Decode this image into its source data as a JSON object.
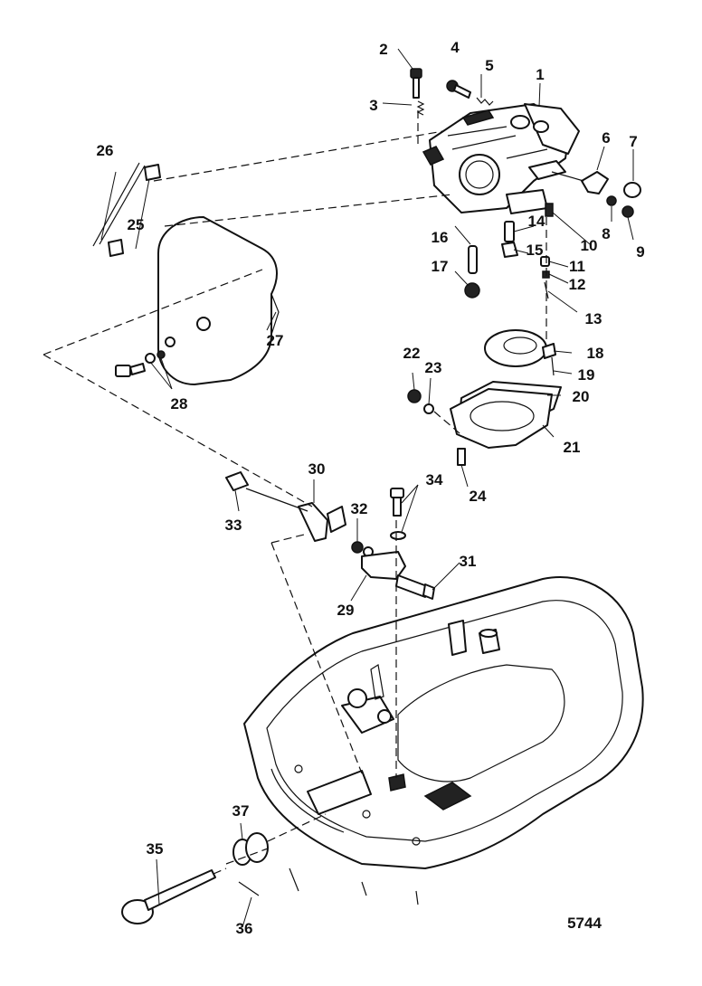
{
  "callouts": {
    "c1": "1",
    "c2": "2",
    "c3": "3",
    "c4": "4",
    "c5": "5",
    "c6": "6",
    "c7": "7",
    "c8": "8",
    "c9": "9",
    "c10": "10",
    "c11": "11",
    "c12": "12",
    "c13": "13",
    "c14": "14",
    "c15": "15",
    "c16": "16",
    "c17": "17",
    "c18": "18",
    "c19": "19",
    "c20": "20",
    "c21": "21",
    "c22": "22",
    "c23": "23",
    "c24": "24",
    "c25": "25",
    "c26": "26",
    "c27": "27",
    "c28": "28",
    "c29": "29",
    "c30": "30",
    "c31": "31",
    "c32": "32",
    "c33": "33",
    "c34": "34",
    "c35": "35",
    "c36": "36",
    "c37": "37"
  },
  "figure_number": "5744"
}
